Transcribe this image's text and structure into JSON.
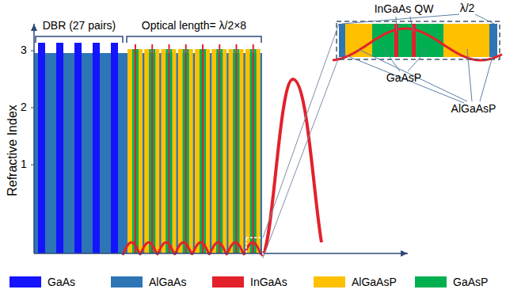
{
  "diagram": {
    "labels": [
      "DBR (27 pairs)",
      "Optical length= λ/2×8",
      "Refractive Index",
      "3",
      "2",
      "1",
      "InGaAs QW",
      "λ/2",
      "GaAsP",
      "AlGaAsP"
    ],
    "legend": [
      {
        "text": "GaAs",
        "color": "#1414ff"
      },
      {
        "text": "AlGaAs",
        "color": "#2e75b6"
      },
      {
        "text": "InGaAs",
        "color": "#e3212b"
      },
      {
        "text": "AlGaAsP",
        "color": "#ffc000"
      },
      {
        "text": "GaAsP",
        "color": "#00b050"
      }
    ]
  }
}
